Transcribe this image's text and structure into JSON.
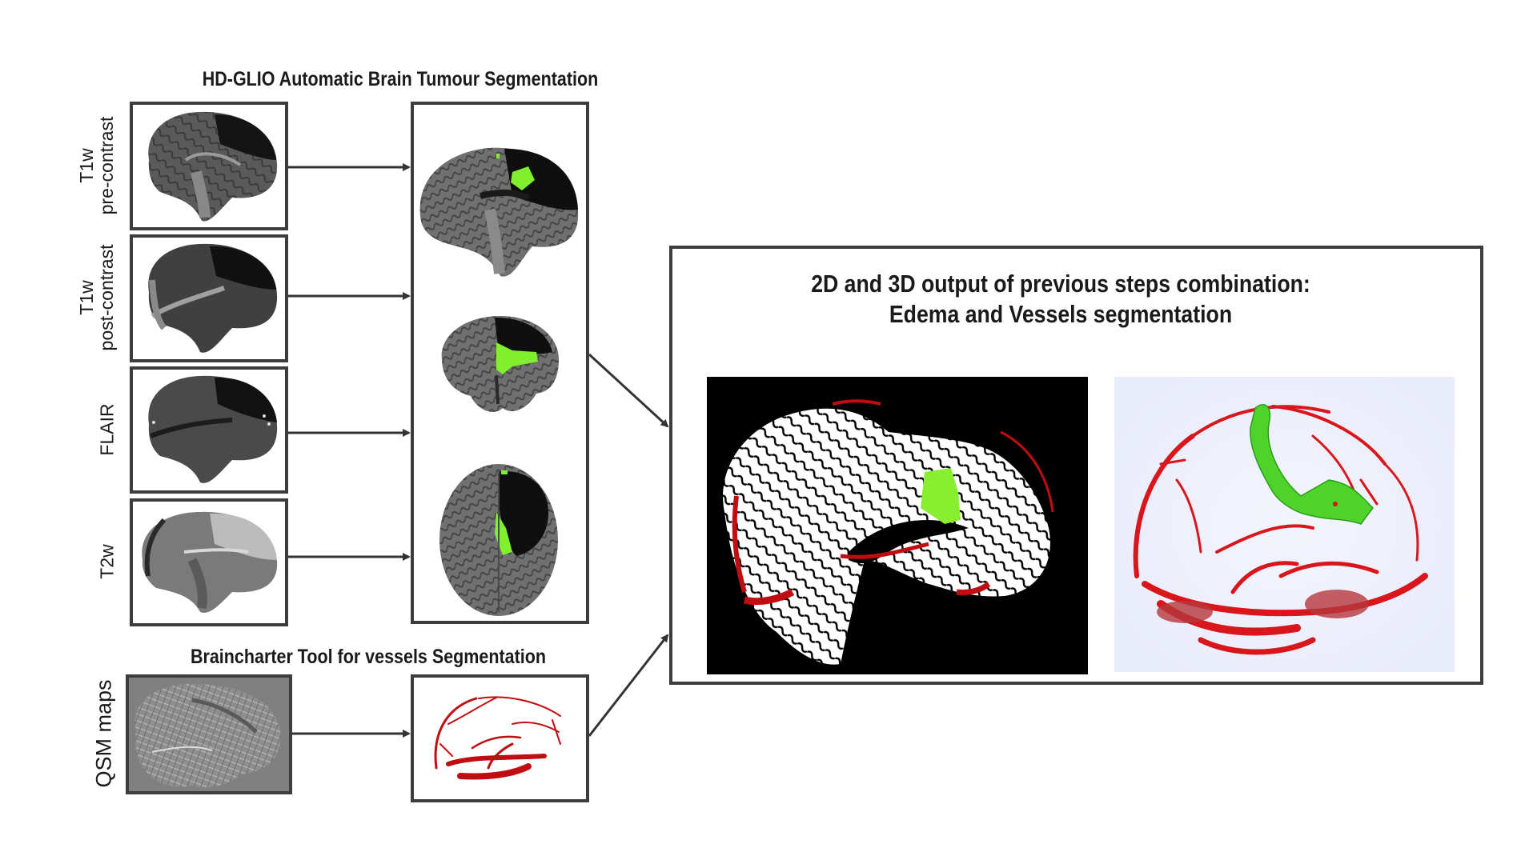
{
  "sections": {
    "tumour_segmentation": {
      "title": "HD-GLIO Automatic Brain Tumour Segmentation",
      "inputs": [
        {
          "line1": "T1w",
          "line2": "pre-contrast",
          "image": "sagittal-t1w-pre-contrast-mri"
        },
        {
          "line1": "T1w",
          "line2": "post-contrast",
          "image": "sagittal-t1w-post-contrast-mri"
        },
        {
          "line1": "FLAIR",
          "line2": "",
          "image": "sagittal-flair-mri"
        },
        {
          "line1": "T2w",
          "line2": "",
          "image": "sagittal-t2w-mri"
        }
      ],
      "outputs": [
        {
          "view": "sagittal",
          "image": "sagittal-mri-with-green-tumour-mask"
        },
        {
          "view": "coronal",
          "image": "coronal-mri-with-green-tumour-mask"
        },
        {
          "view": "axial",
          "image": "axial-mri-with-green-tumour-mask"
        }
      ]
    },
    "vessel_segmentation": {
      "title": "Braincharter Tool for vessels Segmentation",
      "input": {
        "label": "QSM maps",
        "image": "qsm-map-sagittal"
      },
      "output": {
        "image": "red-vessel-segmentation-sagittal"
      }
    },
    "combined_output": {
      "title_line1": "2D and 3D output of previous steps combination:",
      "title_line2": "Edema and Vessels segmentation",
      "panels": [
        {
          "kind": "2D",
          "image": "binary-brain-slice-with-red-vessels-and-green-edema"
        },
        {
          "kind": "3D",
          "image": "3d-red-vessel-tree-with-green-edema"
        }
      ]
    }
  },
  "colors": {
    "frame": "#3d3d3d",
    "arrow": "#333333",
    "tumour_green": "#7fef2e",
    "vessel_red": "#c8141a",
    "panel_3d_bg": "#eef0fb",
    "qsm_bg": "#808080"
  }
}
